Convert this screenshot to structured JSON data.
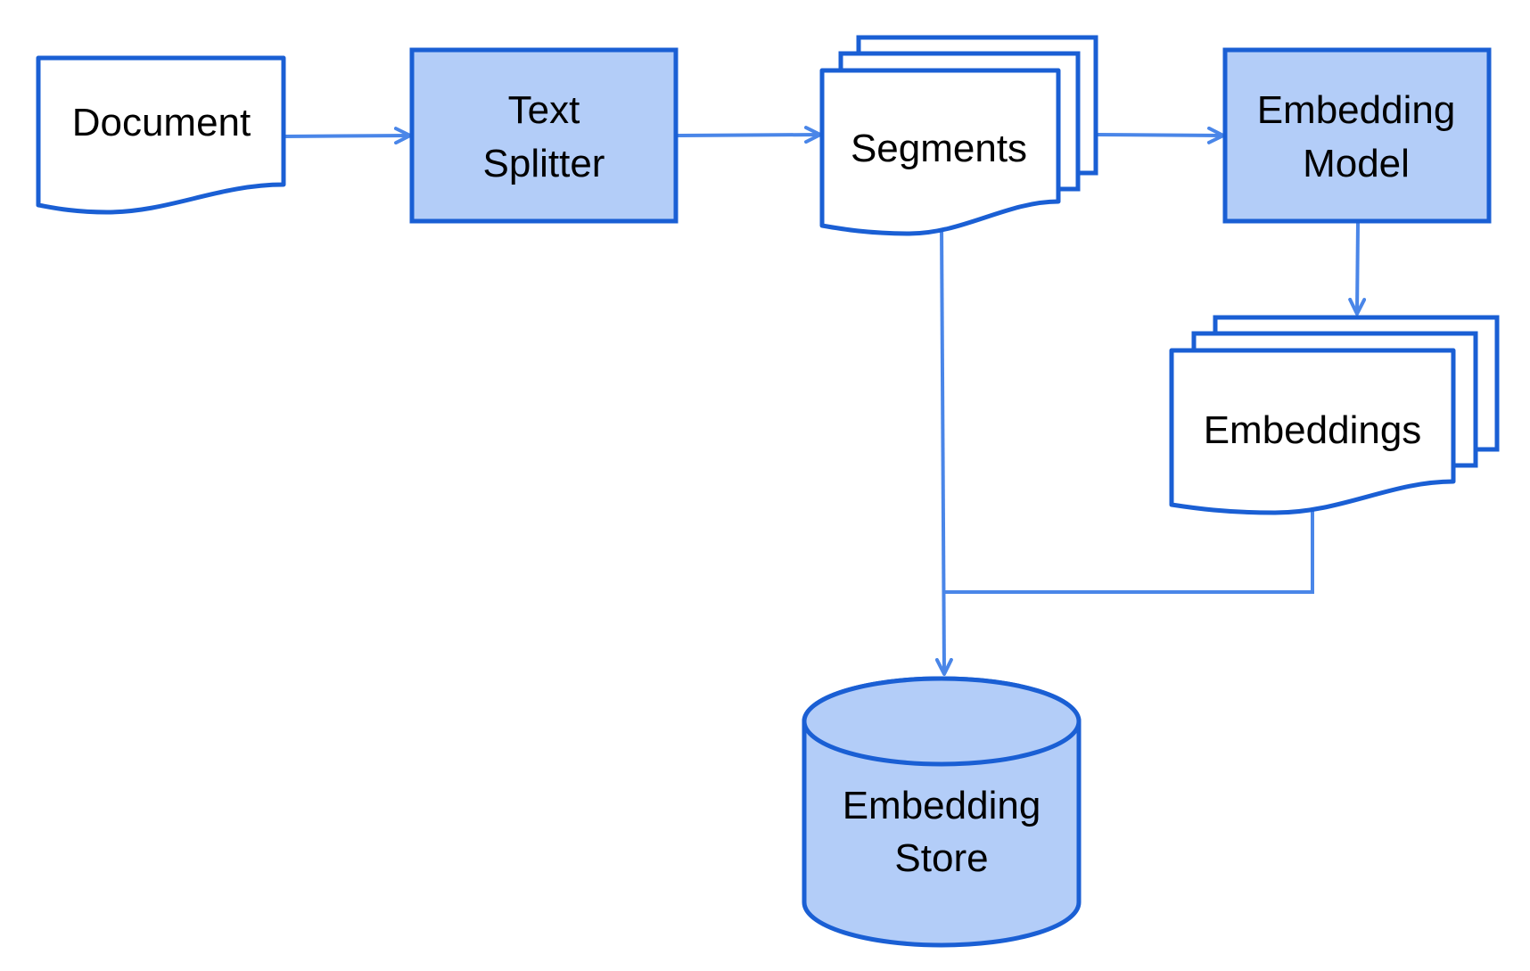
{
  "diagram": {
    "nodes": {
      "document": {
        "label": "Document"
      },
      "text_splitter": {
        "line1": "Text",
        "line2": "Splitter"
      },
      "segments": {
        "label": "Segments"
      },
      "embedding_model": {
        "line1": "Embedding",
        "line2": "Model"
      },
      "embeddings": {
        "label": "Embeddings"
      },
      "embedding_store": {
        "line1": "Embedding",
        "line2": "Store"
      }
    }
  },
  "colors": {
    "stroke": "#1a5fd4",
    "fill_light": "#b3cdf8",
    "arrow": "#4a86e8",
    "background": "#ffffff"
  }
}
